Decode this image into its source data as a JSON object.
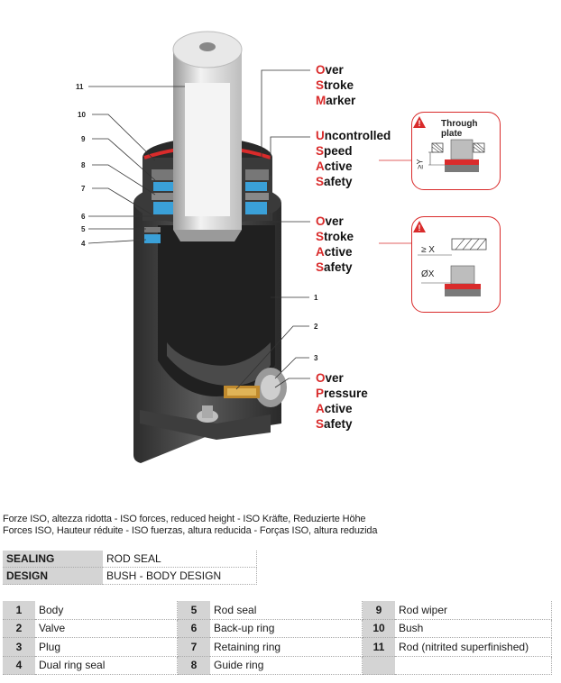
{
  "diagram": {
    "callout_numbers": [
      "11",
      "10",
      "9",
      "8",
      "7",
      "6",
      "5",
      "4",
      "1",
      "2",
      "3"
    ],
    "features": [
      {
        "lines": [
          "Over",
          "Stroke",
          "Marker"
        ]
      },
      {
        "lines": [
          "Uncontrolled",
          "Speed",
          "Active",
          "Safety"
        ]
      },
      {
        "lines": [
          "Over",
          "Stroke",
          "Active",
          "Safety"
        ]
      },
      {
        "lines": [
          "Over",
          "Pressure",
          "Active",
          "Safety"
        ]
      }
    ],
    "through_plate_label": "Through plate",
    "dim_y": "≥Y",
    "dim_x": "≥ X",
    "dia_x": "ØX",
    "accent_color": "#d92b2b"
  },
  "caption": {
    "line1": "Forze ISO, altezza ridotta - ISO forces, reduced height - ISO Kräfte, Reduzierte Höhe",
    "line2": "Forces ISO, Hauteur réduite - ISO fuerzas, altura reducida - Forças ISO, altura reduzida"
  },
  "info": [
    {
      "key": "SEALING",
      "value": "ROD SEAL"
    },
    {
      "key": "DESIGN",
      "value": "BUSH - BODY DESIGN"
    }
  ],
  "parts": [
    {
      "n": "1",
      "name": "Body"
    },
    {
      "n": "2",
      "name": "Valve"
    },
    {
      "n": "3",
      "name": "Plug"
    },
    {
      "n": "4",
      "name": "Dual ring seal"
    },
    {
      "n": "5",
      "name": "Rod seal"
    },
    {
      "n": "6",
      "name": "Back-up ring"
    },
    {
      "n": "7",
      "name": "Retaining ring"
    },
    {
      "n": "8",
      "name": "Guide ring"
    },
    {
      "n": "9",
      "name": "Rod wiper"
    },
    {
      "n": "10",
      "name": "Bush"
    },
    {
      "n": "11",
      "name": "Rod (nitrited superfinished)"
    }
  ]
}
